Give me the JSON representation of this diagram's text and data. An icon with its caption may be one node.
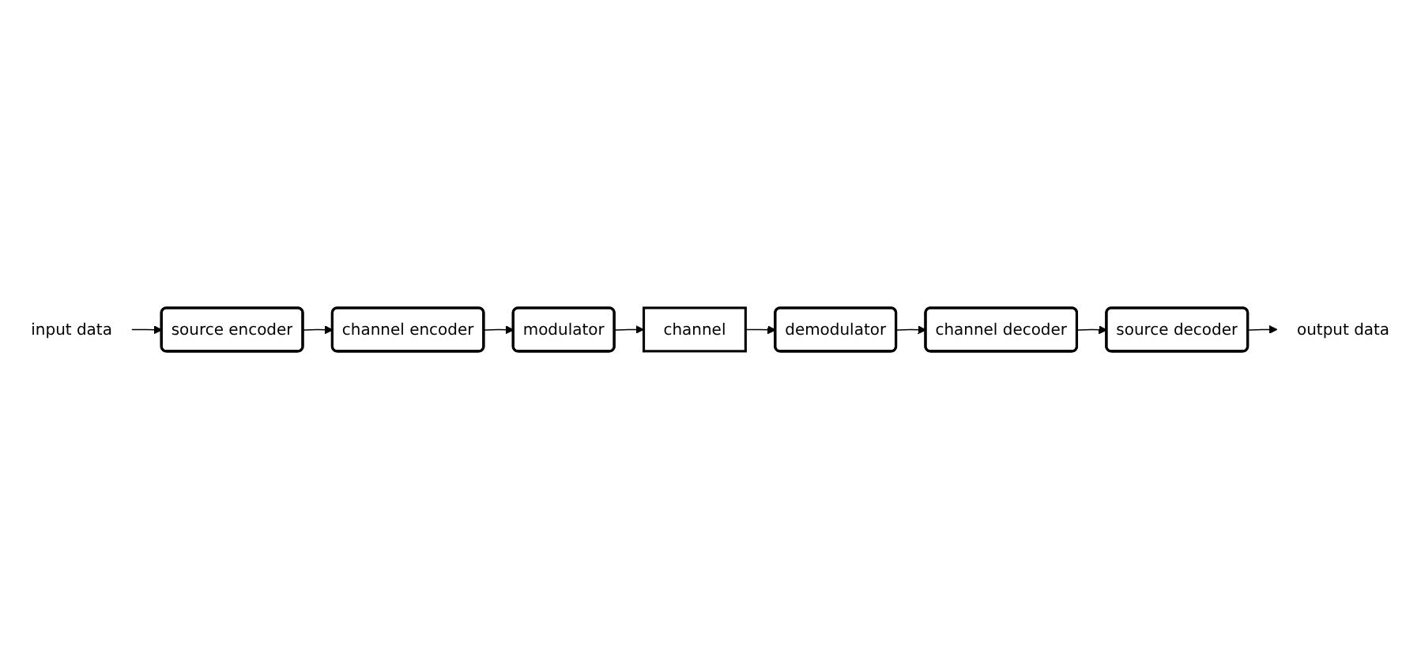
{
  "diagram": {
    "nodes": [
      {
        "text": [
          "input data"
        ]
      },
      {
        "text": [
          "source encoder"
        ]
      },
      {
        "text": [
          "channel encoder"
        ]
      },
      {
        "text": [
          "modulator"
        ]
      },
      {
        "text": [
          "channel"
        ]
      },
      {
        "text": [
          "demodulator"
        ]
      },
      {
        "text": [
          "channel decoder"
        ]
      },
      {
        "text": [
          "source decoder"
        ]
      },
      {
        "text": [
          "output data"
        ]
      }
    ],
    "edges": [
      {
        "from": 0,
        "to": 1,
        "arrow": "to"
      },
      {
        "from": 1,
        "to": 2,
        "arrow": "to"
      },
      {
        "from": 2,
        "to": 3,
        "arrow": "to"
      },
      {
        "from": 3,
        "to": 4,
        "arrow": "to"
      },
      {
        "from": 4,
        "to": 5,
        "arrow": "to"
      },
      {
        "from": 5,
        "to": 6,
        "arrow": "to"
      },
      {
        "from": 6,
        "to": 7,
        "arrow": "to"
      },
      {
        "from": 7,
        "to": 8,
        "arrow": "to"
      }
    ]
  }
}
